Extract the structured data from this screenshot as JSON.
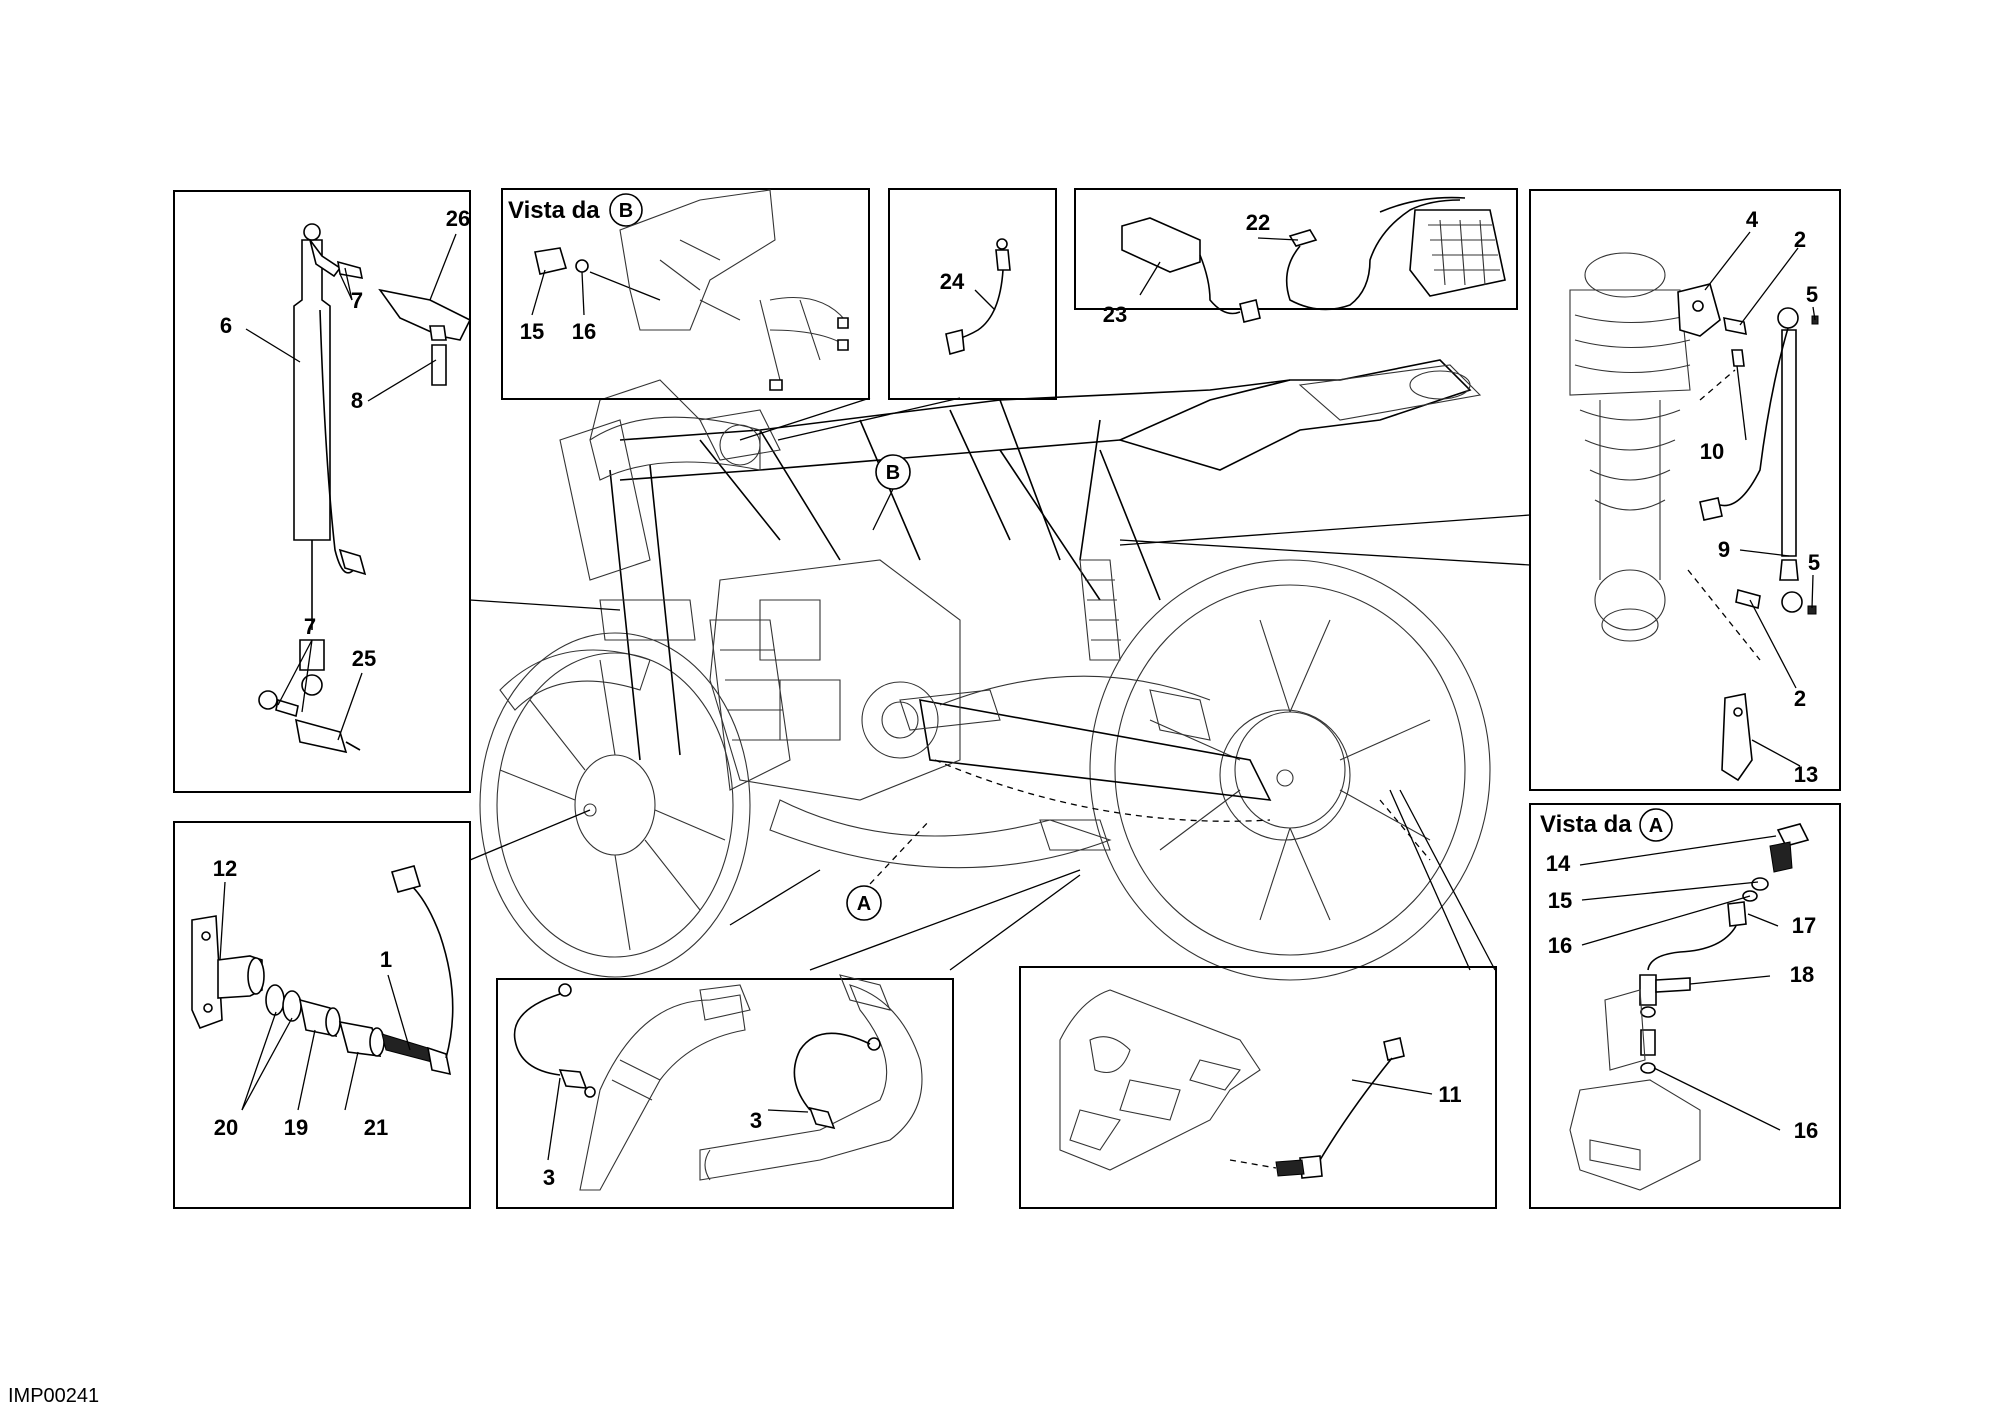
{
  "diagram": {
    "code": "IMP00241",
    "vista_prefix": "Vista da",
    "view_a": "A",
    "view_b": "B",
    "callouts": {
      "c1": "1",
      "c2a": "2",
      "c2b": "2",
      "c3a": "3",
      "c3b": "3",
      "c4": "4",
      "c5a": "5",
      "c5b": "5",
      "c6": "6",
      "c7a": "7",
      "c7b": "7",
      "c8": "8",
      "c9": "9",
      "c10": "10",
      "c11": "11",
      "c12": "12",
      "c13": "13",
      "c14": "14",
      "c15a": "15",
      "c15b": "15",
      "c16a": "16",
      "c16b": "16",
      "c16c": "16",
      "c17": "17",
      "c18": "18",
      "c19": "19",
      "c20": "20",
      "c21": "21",
      "c22": "22",
      "c23": "23",
      "c24": "24",
      "c25": "25",
      "c26": "26"
    }
  }
}
